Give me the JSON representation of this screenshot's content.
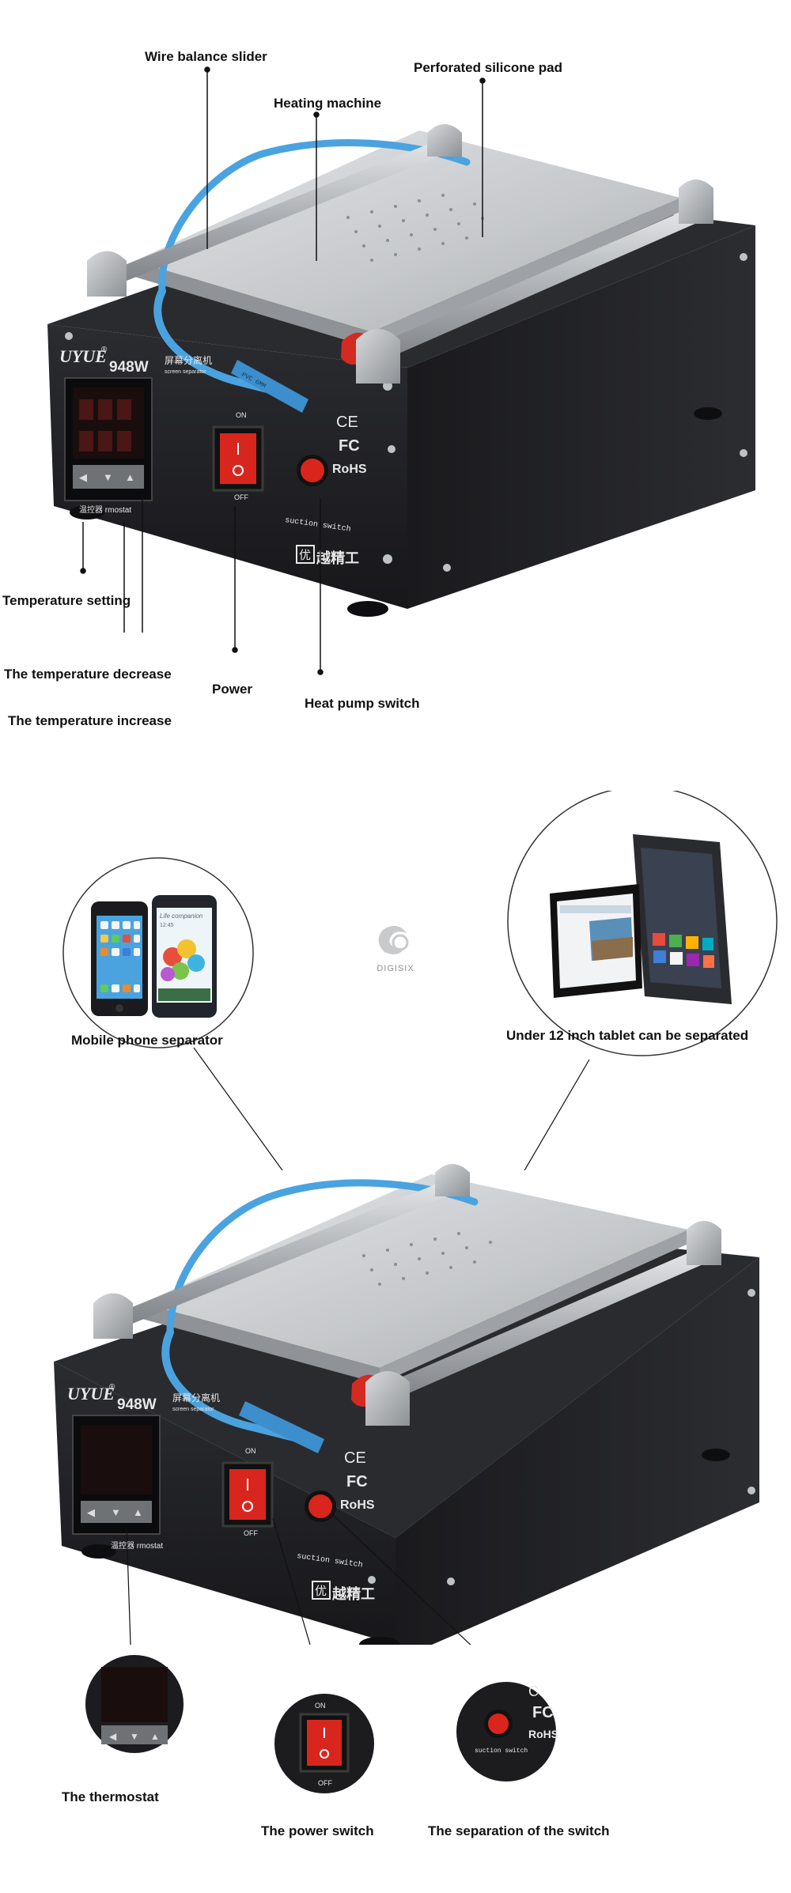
{
  "diagram1": {
    "callouts": {
      "wire_balance_slider": "Wire balance slider",
      "perforated_silicone_pad": "Perforated silicone pad",
      "heating_machine": "Heating machine",
      "temperature_setting": "Temperature setting",
      "temperature_decrease": "The temperature decrease",
      "temperature_increase": "The temperature increase",
      "power": "Power",
      "heat_pump_switch": "Heat pump switch"
    }
  },
  "machine": {
    "brand": "UYUE",
    "model": "948W",
    "cn_name": "屏幕分离机",
    "en_name": "screen separator",
    "thermostat_label": "温控器 rmostat",
    "switch_on": "ON",
    "switch_off": "OFF",
    "suction_switch": "suction switch",
    "cert_ce": "CE",
    "cert_fc": "FC",
    "cert_rohs": "RoHS",
    "maker_cn": "越精工",
    "maker_badge": "优",
    "tube_text": "PVC 6MM"
  },
  "watermark": {
    "text": "DIGISIX"
  },
  "diagram2": {
    "callouts": {
      "mobile_phone_separator": "Mobile phone separator",
      "tablet_separator": "Under 12 inch tablet can be separated",
      "thermostat": "The thermostat",
      "power_switch": "The power switch",
      "separation_switch": "The separation of the switch"
    }
  },
  "phone_screen": {
    "title": "Life companion",
    "time": "12:45"
  },
  "colors": {
    "body": "#1f1f22",
    "plate": "#c6c9cc",
    "rail": "#a9adb1",
    "tube": "#4aa3df",
    "power_red": "#d8261e",
    "knob_red": "#d9251c",
    "gray_text": "#e8e8e8"
  }
}
